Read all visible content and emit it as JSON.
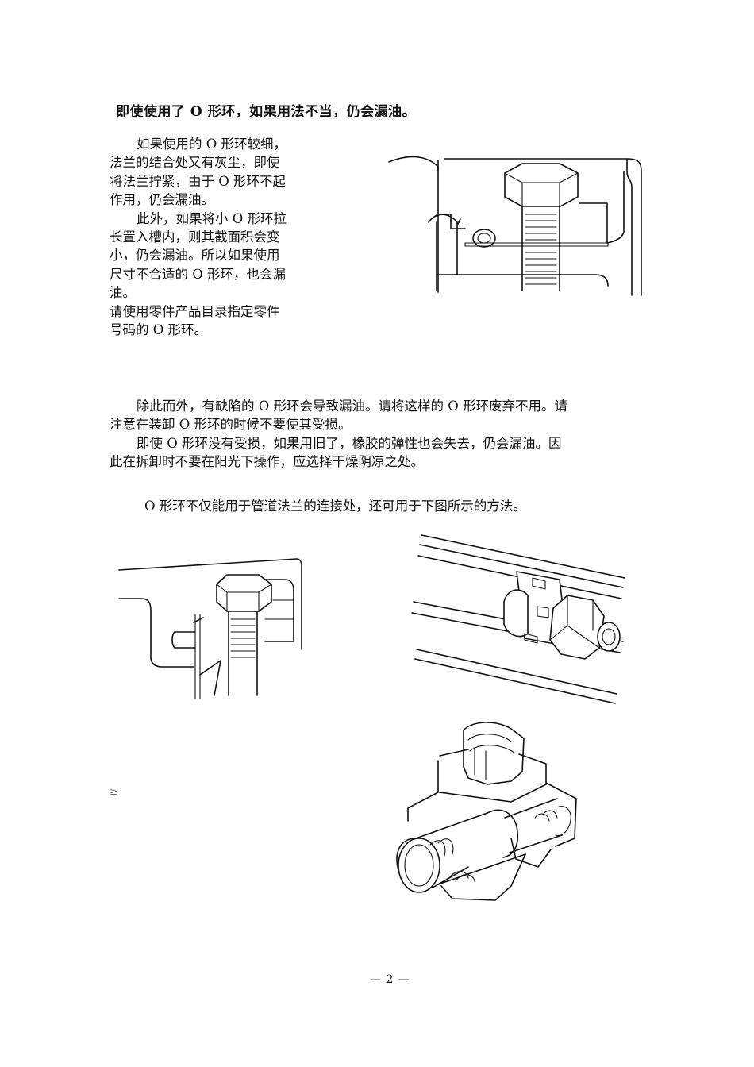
{
  "heading": "即使使用了 O 形环，如果用法不当，仍会漏油。",
  "para1_lines": [
    "如果使用的 O 形环较细，",
    "法兰的结合处又有灰尘，即使",
    "将法兰拧紧，由于 O 形环不起",
    "作用，仍会漏油。",
    "此外，如果将小 O 形环拉",
    "长置入槽内，则其截面积会变",
    "小，仍会漏油。所以如果使用",
    "尺寸不合适的 O 形环，也会漏",
    "油。",
    "请使用零件产品目录指定零件",
    "号码的 O 形环。"
  ],
  "para2_lines": [
    "除此而外，有缺陷的 O 形环会导致漏油。请将这样的 O 形环废弃不用。请",
    "注意在装卸 O 形环的时候不要使其受损。",
    "即使 O 形环没有受损，如果用旧了，橡胶的弹性也会失去，仍会漏油。因",
    "此在拆卸时不要在阳光下操作，应选择干燥阴凉之处。"
  ],
  "para3": "O 形环不仅能用于管道法兰的连接处，还可用于下图所示的方法。",
  "stray_mark": "≥",
  "page_number": "— 2 —"
}
